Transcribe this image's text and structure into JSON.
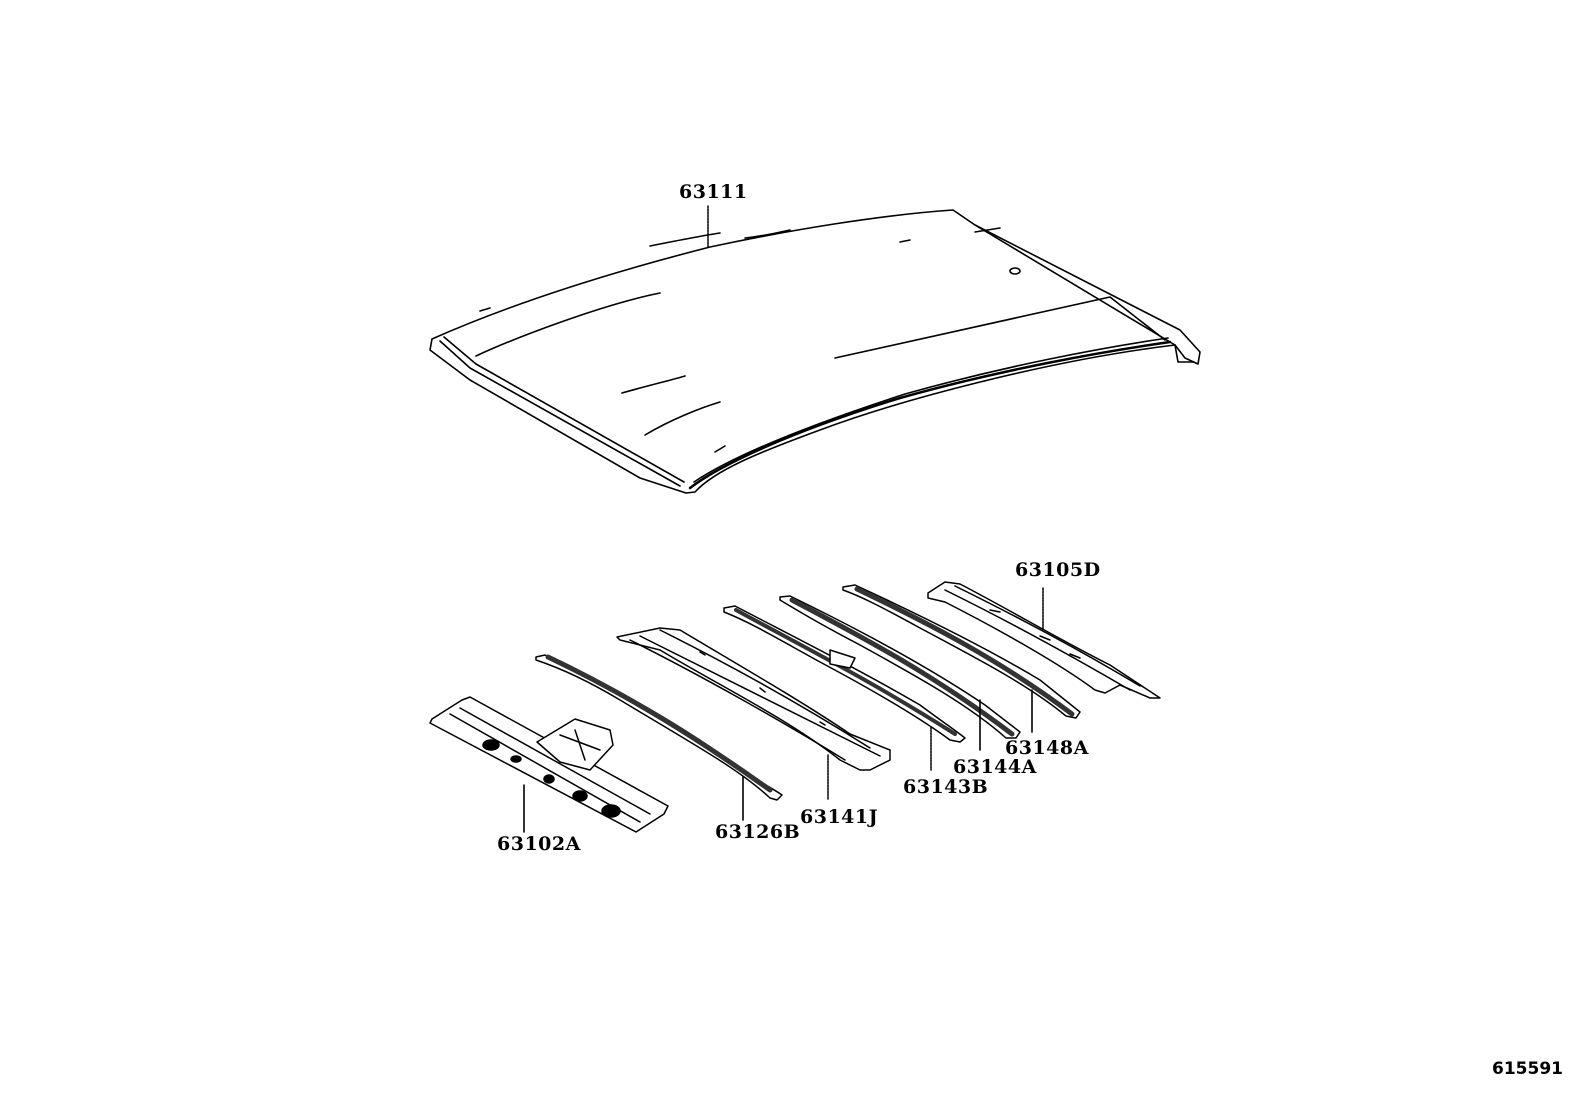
{
  "diagram": {
    "type": "exploded-parts-diagram",
    "subject": "Roof panel and roof reinforcements / bows",
    "reference_number": "615591",
    "parts": [
      {
        "id": "roof_panel",
        "number": "63111"
      },
      {
        "id": "rear_header",
        "number": "63105D"
      },
      {
        "id": "bow_6",
        "number": "63148A"
      },
      {
        "id": "bow_5",
        "number": "63144A"
      },
      {
        "id": "bow_4",
        "number": "63143B"
      },
      {
        "id": "bow_3",
        "number": "63141J"
      },
      {
        "id": "bow_2",
        "number": "63126B"
      },
      {
        "id": "front_header",
        "number": "63102A"
      }
    ]
  }
}
